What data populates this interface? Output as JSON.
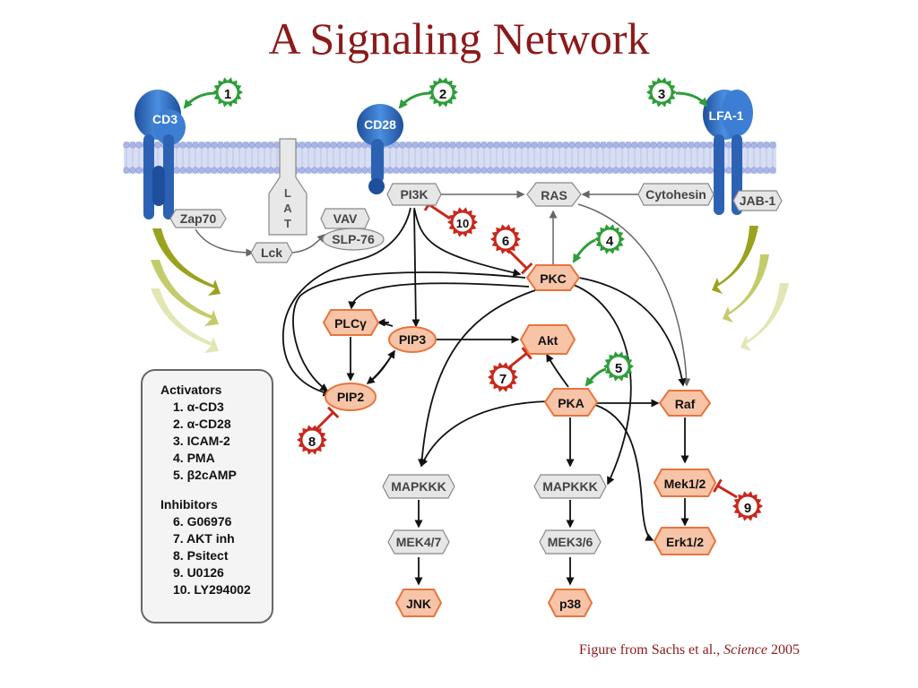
{
  "title": "A Signaling Network",
  "receptors": {
    "cd3": "CD3",
    "cd28": "CD28",
    "lfa1": "LFA-1",
    "lat_letters": [
      "L",
      "A",
      "T"
    ]
  },
  "nodes": {
    "zap70": "Zap70",
    "lck": "Lck",
    "vav": "VAV",
    "slp76": "SLP-76",
    "pi3k": "PI3K",
    "ras": "RAS",
    "cytohesin": "Cytohesin",
    "jab1": "JAB-1",
    "pkc": "PKC",
    "plcg": "PLCγ",
    "pip3": "PIP3",
    "akt": "Akt",
    "pip2": "PIP2",
    "pka": "PKA",
    "raf": "Raf",
    "mapkkk_left": "MAPKKK",
    "mapkkk_mid": "MAPKKK",
    "mek47": "MEK4/7",
    "mek36": "MEK3/6",
    "jnk": "JNK",
    "p38": "p38",
    "mek12": "Mek1/2",
    "erk12": "Erk1/2"
  },
  "badges": {
    "b1": "1",
    "b2": "2",
    "b3": "3",
    "b4": "4",
    "b5": "5",
    "b6": "6",
    "b7": "7",
    "b8": "8",
    "b9": "9",
    "b10": "10"
  },
  "legend": {
    "activators_title": "Activators",
    "activators": [
      "1. α-CD3",
      "2. α-CD28",
      "3. ICAM-2",
      "4. PMA",
      "5. β2cAMP"
    ],
    "inhibitors_title": "Inhibitors",
    "inhibitors": [
      "6. G06976",
      "7. AKT inh",
      "8. Psitect",
      "9. U0126",
      "10. LY294002"
    ]
  },
  "citation": {
    "prefix": "Figure from Sachs et al., ",
    "journal": "Science",
    "year": " 2005"
  },
  "colors": {
    "title": "#8b1a1a",
    "measured_node_fill": "#f8c4a8",
    "measured_node_stroke": "#e8743c",
    "other_node_fill": "#e6e6e6",
    "activator_green": "#2e9e3a",
    "inhibitor_red": "#c8281c",
    "receptor_blue": "#2f6fc2"
  }
}
